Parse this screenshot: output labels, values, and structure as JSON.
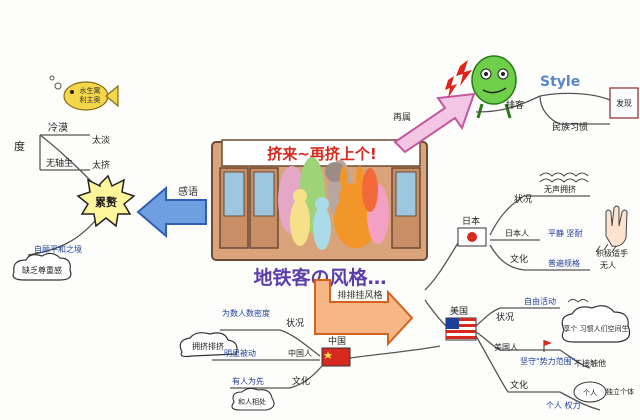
{
  "subway_banner": "挤来~再挤上个!",
  "main_title": "地铁客の风格…",
  "arrow_labels": {
    "feelings": "感语",
    "extension": "再属",
    "compare": "排排挂风格"
  },
  "left_branch": {
    "center": "累赘",
    "outer": "度",
    "cold": "冷漠",
    "indifferent": "太淡",
    "no_seat": "无轴生",
    "too_tired": "太挤",
    "fish_note_line1": "水生寓",
    "fish_note_line2": "利主奥",
    "self_safe": "自顾平和之境",
    "sense_tag": "缺乏尊重感"
  },
  "top_right": {
    "style_word": "Style",
    "attitude": "排客",
    "habits": "民族习惯",
    "right_edge": "发现"
  },
  "japan": {
    "flag_label": "日本",
    "situation": "状况",
    "silent_crowd": "无声拥挤",
    "people": "日本人",
    "quiet": "平静 坚耐",
    "culture": "文化",
    "rules": "普遍规格",
    "hand_note": "积极适手",
    "rain_note": "无人"
  },
  "usa": {
    "flag_label": "美国",
    "situation": "状况",
    "ordered": "自由活动",
    "cloud_note": "享个 习惯人们空间生",
    "people": "美国人",
    "keep_distance": "坚守\"势力范围\"",
    "no_touch": "不接触他",
    "culture": "文化",
    "individual": "个人 权力",
    "self_note": "个人",
    "individual_right": "独立个体"
  },
  "china": {
    "flag_label": "中国",
    "situation": "状况",
    "crowded_top": "为数人数密度",
    "squeeze": "拥挤排挤",
    "chinese_people": "中国人",
    "patient": "明显被动",
    "culture": "文化",
    "seniority": "有人为先",
    "harmony": "和人相处"
  }
}
